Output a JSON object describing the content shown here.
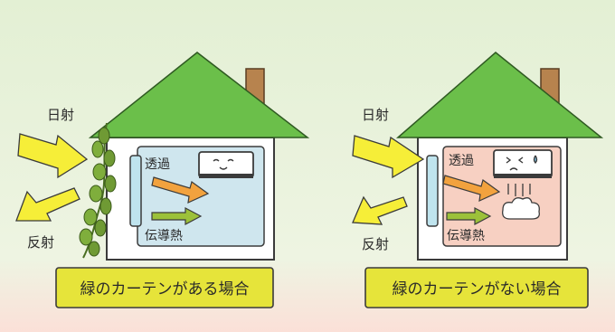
{
  "colors": {
    "bg_top": "#e3f0d4",
    "bg_bottom": "#fbe0d8",
    "roof": "#6bbf4a",
    "house_fill": "#ffffff",
    "room_cool": "#cfe6ee",
    "room_warm": "#f7d0c2",
    "sun_arrow": "#f6ee38",
    "heat_arrow": "#f2a23e",
    "conduction_arrow": "#9cc13a",
    "caption_bg": "#e6e43a",
    "chimney": "#b7834e",
    "curtain": "#6f9a34"
  },
  "left_panel": {
    "sun_label": "日射",
    "reflect_label": "反射",
    "transmit_label": "透過",
    "conduct_label": "伝導熱",
    "caption": "緑のカーテンがある場合",
    "ac_face": "calm-face",
    "has_green_curtain": true
  },
  "right_panel": {
    "sun_label": "日射",
    "reflect_label": "反射",
    "transmit_label": "透過",
    "conduct_label": "伝導熱",
    "caption": "緑のカーテンがない場合",
    "ac_face": "sweating-face",
    "has_green_curtain": false
  }
}
